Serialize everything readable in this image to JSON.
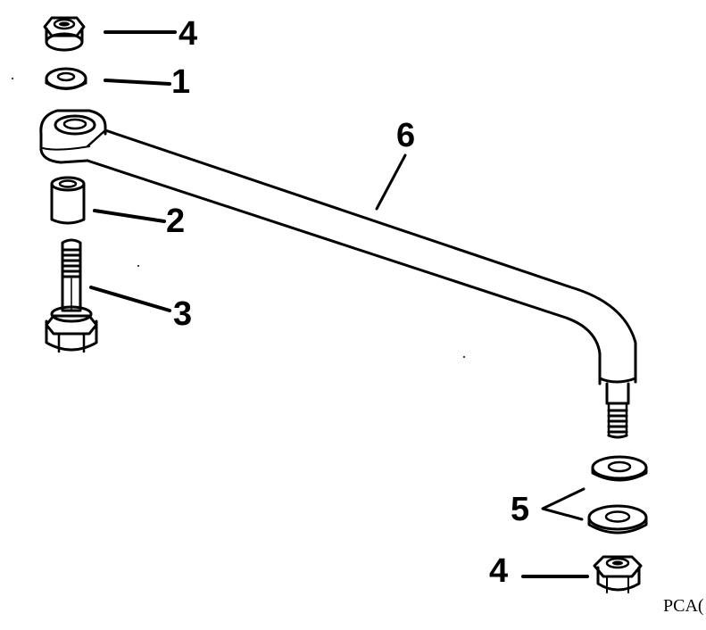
{
  "callouts": {
    "nut_top": "4",
    "washer_top": "1",
    "bushing": "2",
    "bolt": "3",
    "link_rod": "6",
    "washers_bottom": "5",
    "nut_bottom": "4"
  },
  "figure_code": "PCA("
}
